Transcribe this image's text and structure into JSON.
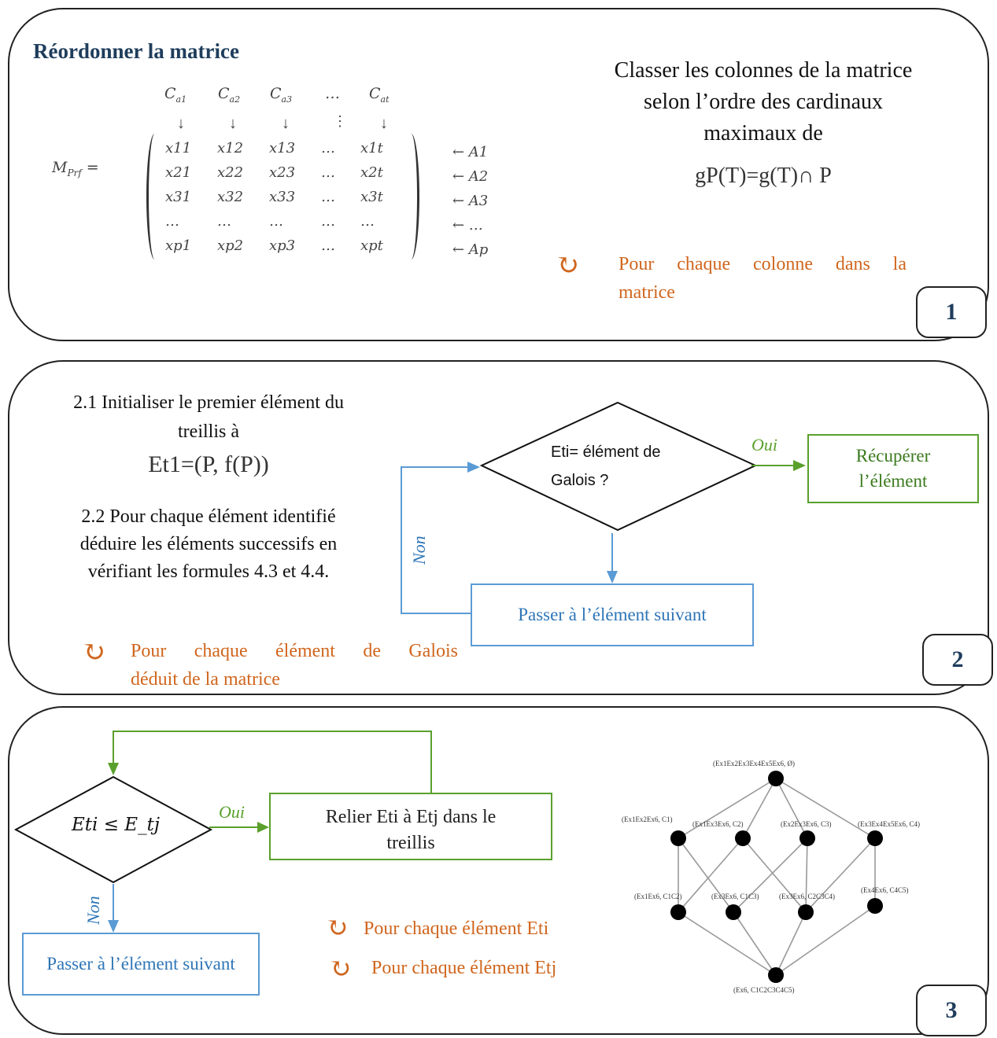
{
  "panel1": {
    "number": "1",
    "title": "Réordonner la matrice",
    "matrix": {
      "col_headers": [
        "C",
        "C",
        "C",
        "…",
        "C"
      ],
      "col_subs": [
        "a1",
        "a2",
        "a3",
        "",
        "at"
      ],
      "lhs": "M",
      "lhs_sub": "Prf",
      "rows": [
        [
          "x11",
          "x12",
          "x13",
          "…",
          "x1t"
        ],
        [
          "x21",
          "x22",
          "x23",
          "…",
          "x2t"
        ],
        [
          "x31",
          "x32",
          "x33",
          "…",
          "x3t"
        ],
        [
          "…",
          "…",
          "…",
          "…",
          "…"
        ],
        [
          "xp1",
          "xp2",
          "xp3",
          "…",
          "xpt"
        ]
      ],
      "row_labels": [
        "← A1",
        "← A2",
        "← A3",
        "← …",
        "← Ap"
      ]
    },
    "desc_line1": "Classer les colonnes de la matrice",
    "desc_line2": "selon l’ordre des cardinaux",
    "desc_line3": "maximaux de",
    "formula": "gP(T)=g(T)∩ P",
    "loop_line1": "Pour chaque colonne dans la",
    "loop_line2": "matrice"
  },
  "panel2": {
    "number": "2",
    "step1_line1": "2.1 Initialiser le premier élément du",
    "step1_line2": "treillis à",
    "step1_formula": "Et1=(P, f(P))",
    "step2_line1": "2.2 Pour chaque élément identifié",
    "step2_line2": "déduire les éléments successifs en",
    "step2_line3": "vérifiant les formules 4.3  et 4.4.",
    "diamond_line1": "Eti= élément de",
    "diamond_line2": "Galois ?",
    "yes_label": "Oui",
    "no_label": "Non",
    "yes_box_line1": "Récupérer",
    "yes_box_line2": "l’élément",
    "next_box": "Passer à l’élément suivant",
    "loop_line1": "Pour chaque élément de Galois",
    "loop_line2": "déduit de la matrice"
  },
  "panel3": {
    "number": "3",
    "diamond": "Eti ≤ E_tj",
    "yes_label": "Oui",
    "no_label": "Non",
    "link_box_line1": "Relier Eti à Etj dans le",
    "link_box_line2": "treillis",
    "next_box": "Passer à l’élément suivant",
    "loop1": "Pour chaque élément Eti",
    "loop2": "Pour chaque élément Etj",
    "lattice_labels": {
      "top": "(Ex1Ex2Ex3Ex4Ex5Ex6, Ø)",
      "l1a": "(Ex1Ex2Ex6, C1)",
      "l1b": "(Ex1Ex3Ex6, C2)",
      "l1c": "(Ex2Ex3Ex6, C3)",
      "l1d": "(Ex3Ex4Ex5Ex6, C4)",
      "l2a": "(Ex1Ex6, C1C2)",
      "l2b": "(Ex3Ex6, C1C3)",
      "l2c": "(Ex3Ex6, C2C3C4)",
      "l2d": "(Ex4Ex6, C4C5)",
      "bottom": "(Ex6, C1C2C3C4C5)"
    }
  },
  "colors": {
    "title_blue": "#1F3D5C",
    "orange": "#D0661E",
    "green": "#5AA02C",
    "blue": "#5B9BD5"
  }
}
